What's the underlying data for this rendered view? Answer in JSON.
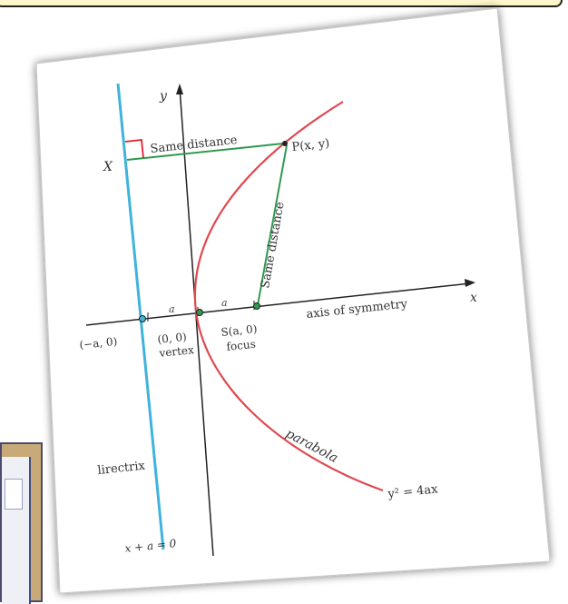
{
  "labels": {
    "y_axis": "y",
    "x_axis": "x",
    "same_distance_top": "Same distance",
    "point_p": "P(x, y)",
    "point_x": "X",
    "same_distance_side": "Same distance",
    "a_left": "a",
    "a_right": "a",
    "axis_of_symmetry": "axis of symmetry",
    "minus_a_zero": "(−a, 0)",
    "origin": "(0, 0)",
    "vertex": "vertex",
    "focus_point": "S(a, 0)",
    "focus": "focus",
    "parabola": "parabola",
    "equation": "y² = 4ax",
    "directrix": "lirectrix",
    "directrix_equation": "x + a = 0"
  },
  "colors": {
    "directrix": "#3fb3dc",
    "parabola": "#e04850",
    "distance_lines": "#2e9a4e",
    "right_angle": "#e0202a",
    "axes": "#222222",
    "banner": "#fff6cc",
    "frame": "#c8a978"
  }
}
